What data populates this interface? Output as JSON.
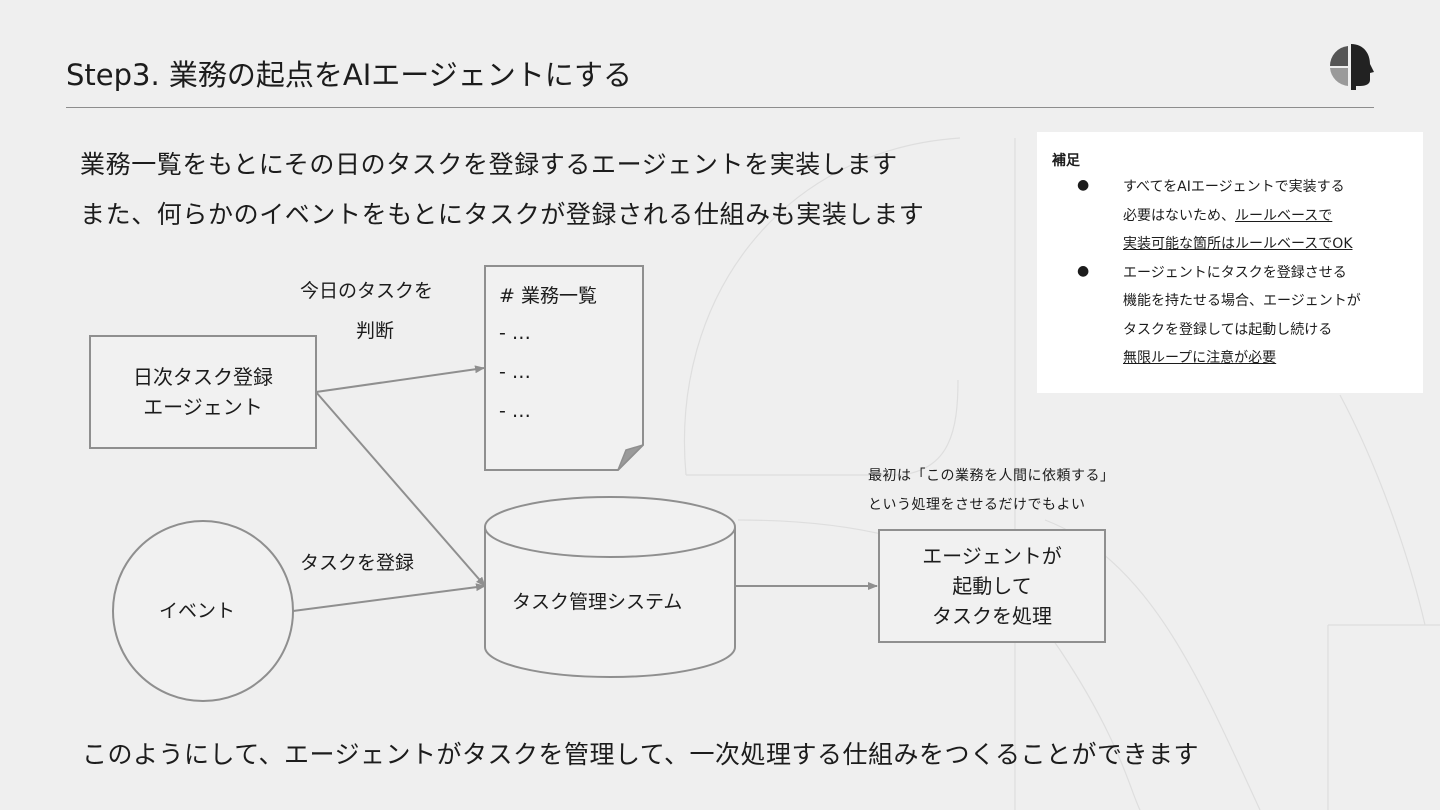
{
  "title": "Step3. 業務の起点をAIエージェントにする",
  "intro": [
    "業務一覧をもとにその日のタスクを登録するエージェントを実装します",
    "また、何らかのイベントをもとにタスクが登録される仕組みも実装します"
  ],
  "note": {
    "heading": "補足",
    "bullet_symbol": "●",
    "items": [
      {
        "lines": [
          {
            "text": "すべてをAIエージェントで実装する",
            "u": ""
          },
          {
            "text": "必要はないため、",
            "u": "ルールベースで"
          },
          {
            "text": "",
            "u": "実装可能な箇所はルールベースでOK"
          }
        ]
      },
      {
        "lines": [
          {
            "text": "エージェントにタスクを登録させる",
            "u": ""
          },
          {
            "text": "機能を持たせる場合、エージェントが",
            "u": ""
          },
          {
            "text": "タスクを登録しては起動し続ける",
            "u": ""
          },
          {
            "text": "",
            "u": "無限ループに注意が必要"
          }
        ]
      }
    ]
  },
  "diagram": {
    "daily_agent": [
      "日次タスク登録",
      "エージェント"
    ],
    "judge_label": [
      "今日のタスクを",
      "判断"
    ],
    "doc": {
      "heading": "# 業務一覧",
      "items": [
        "- …",
        "- …",
        "- …"
      ]
    },
    "event": "イベント",
    "register_label": "タスクを登録",
    "task_system": "タスク管理システム",
    "agent_process": [
      "エージェントが",
      "起動して",
      "タスクを処理"
    ],
    "hint": [
      "最初は「この業務を人間に依頼する」",
      "という処理をさせるだけでもよい"
    ]
  },
  "summary": "このようにして、エージェントがタスクを管理して、一次処理する仕組みをつくることができます",
  "colors": {
    "background": "#efefef",
    "line": "#8f8f8f",
    "note_bg": "#ffffff",
    "text": "#1c1c1c"
  }
}
